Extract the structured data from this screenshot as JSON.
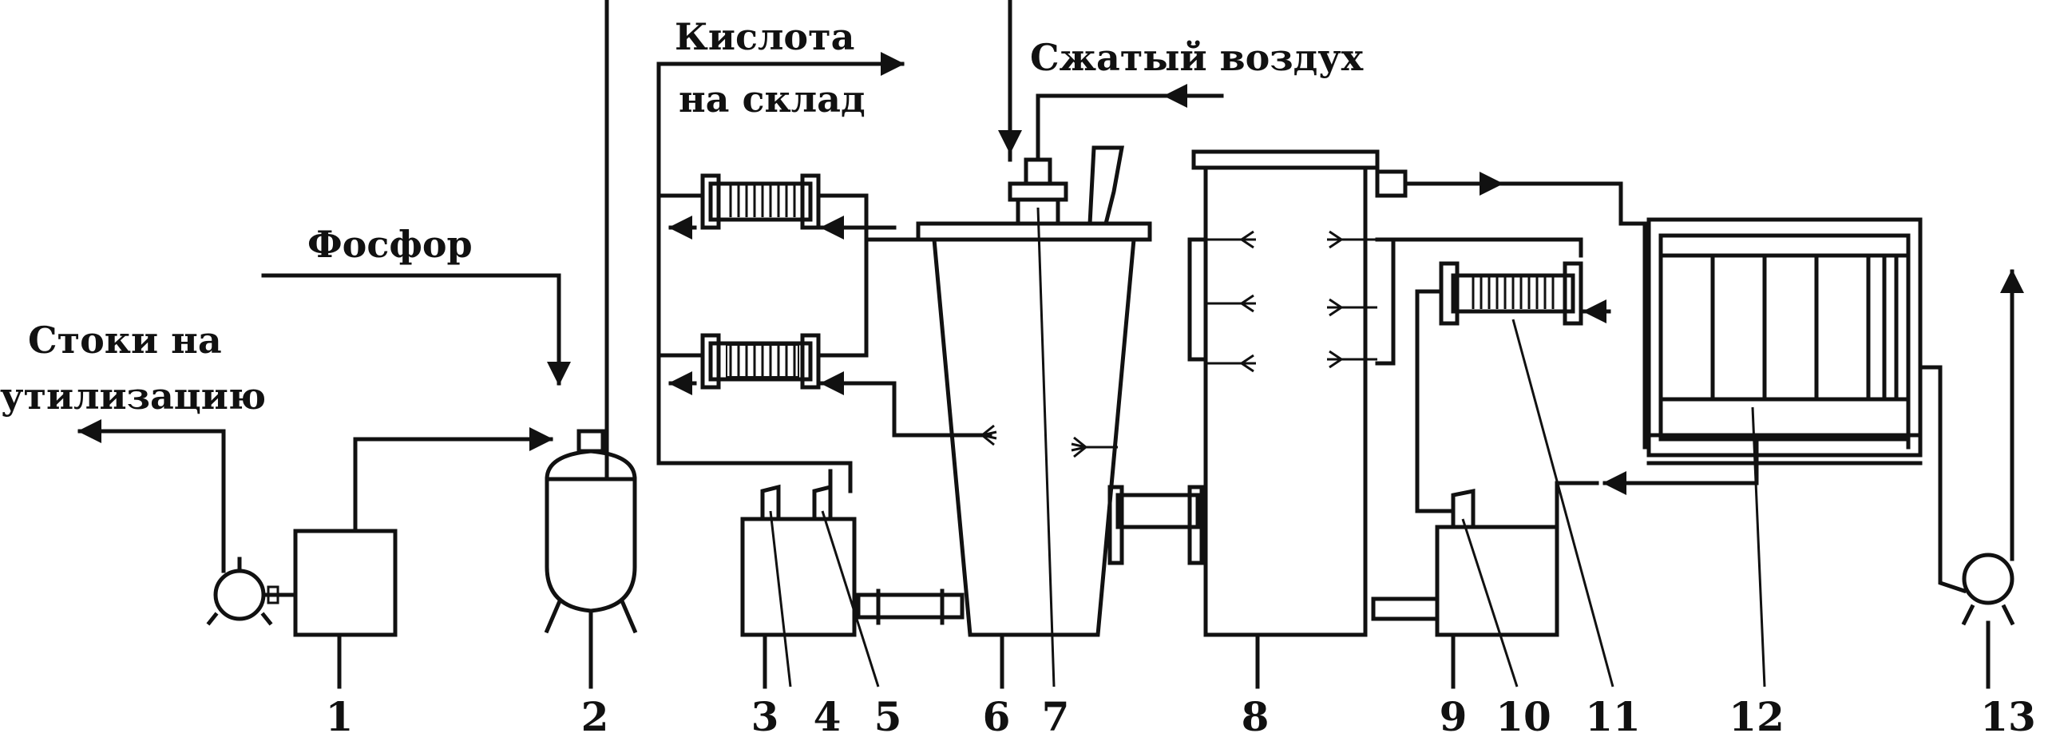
{
  "labels": {
    "acid_to_storage_line1": "Кислота",
    "acid_to_storage_line2": "на склад",
    "compressed_air": "Сжатый воздух",
    "phosphorus": "Фосфор",
    "wastewater_line1": "Стоки на",
    "wastewater_line2": "утилизацию"
  },
  "numbers": [
    "1",
    "2",
    "3",
    "4",
    "5",
    "6",
    "7",
    "8",
    "9",
    "10",
    "11",
    "12",
    "13"
  ]
}
